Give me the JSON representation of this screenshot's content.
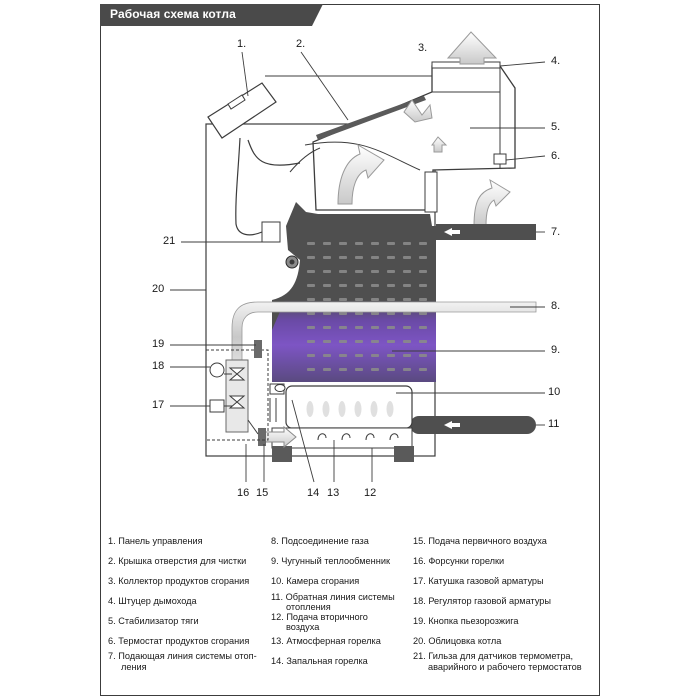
{
  "header": {
    "title": "Рабочая схема котла"
  },
  "callouts": [
    "1.",
    "2.",
    "3.",
    "4.",
    "5.",
    "6.",
    "7.",
    "8.",
    "9.",
    "10",
    "11",
    "12",
    "13",
    "14",
    "15",
    "16",
    "17",
    "18",
    "19",
    "20",
    "21"
  ],
  "legend": {
    "col1": [
      "1. Панель управления",
      "2. Крышка отверстия для чистки",
      "3. Коллектор продуктов сгорания",
      "4. Штуцер дымохода",
      "5. Стабилизатор тяги",
      "6. Термостат продуктов сгорания",
      "7. Подающая линия системы отоп-",
      "ления"
    ],
    "col2": [
      "8. Подсоединение газа",
      "9. Чугунный теплообменник",
      "10. Камера сгорания",
      "11. Обратная линия системы",
      "отопления",
      "12. Подача вторичного",
      "воздуха",
      "13. Атмосферная горелка",
      "14. Запальная горелка"
    ],
    "col3": [
      "15. Подача первичного воздуха",
      "16. Форсунки горелки",
      "17. Катушка газовой арматуры",
      "18. Регулятор газовой арматуры",
      "19. Кнопка пьезорозжига",
      "20. Облицовка котла",
      "21. Гильза для датчиков термометра,",
      "аварийного и рабочего термостатов"
    ]
  },
  "colors": {
    "title_bg": "#4a4a4a",
    "exchanger": "#4f4f4f",
    "burner_zone": "#7a4fb0",
    "pipe": "#d9d9d9",
    "line": "#3c3c3c"
  }
}
